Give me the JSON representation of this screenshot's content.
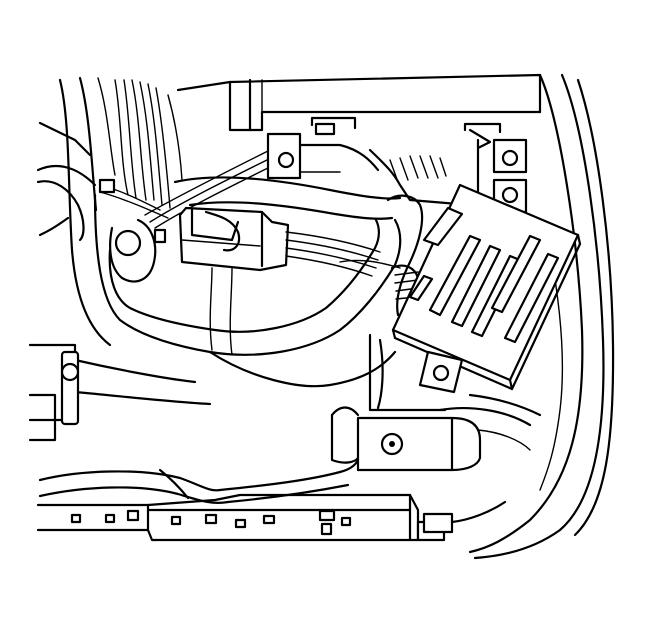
{
  "figure": {
    "kind": "line-art technical illustration",
    "subject_icons": [
      "wiring-harness",
      "electrical-connector",
      "control-module",
      "mounting-bracket",
      "fastener"
    ],
    "colors": {
      "stroke": "#000000",
      "background": "#ffffff"
    }
  }
}
